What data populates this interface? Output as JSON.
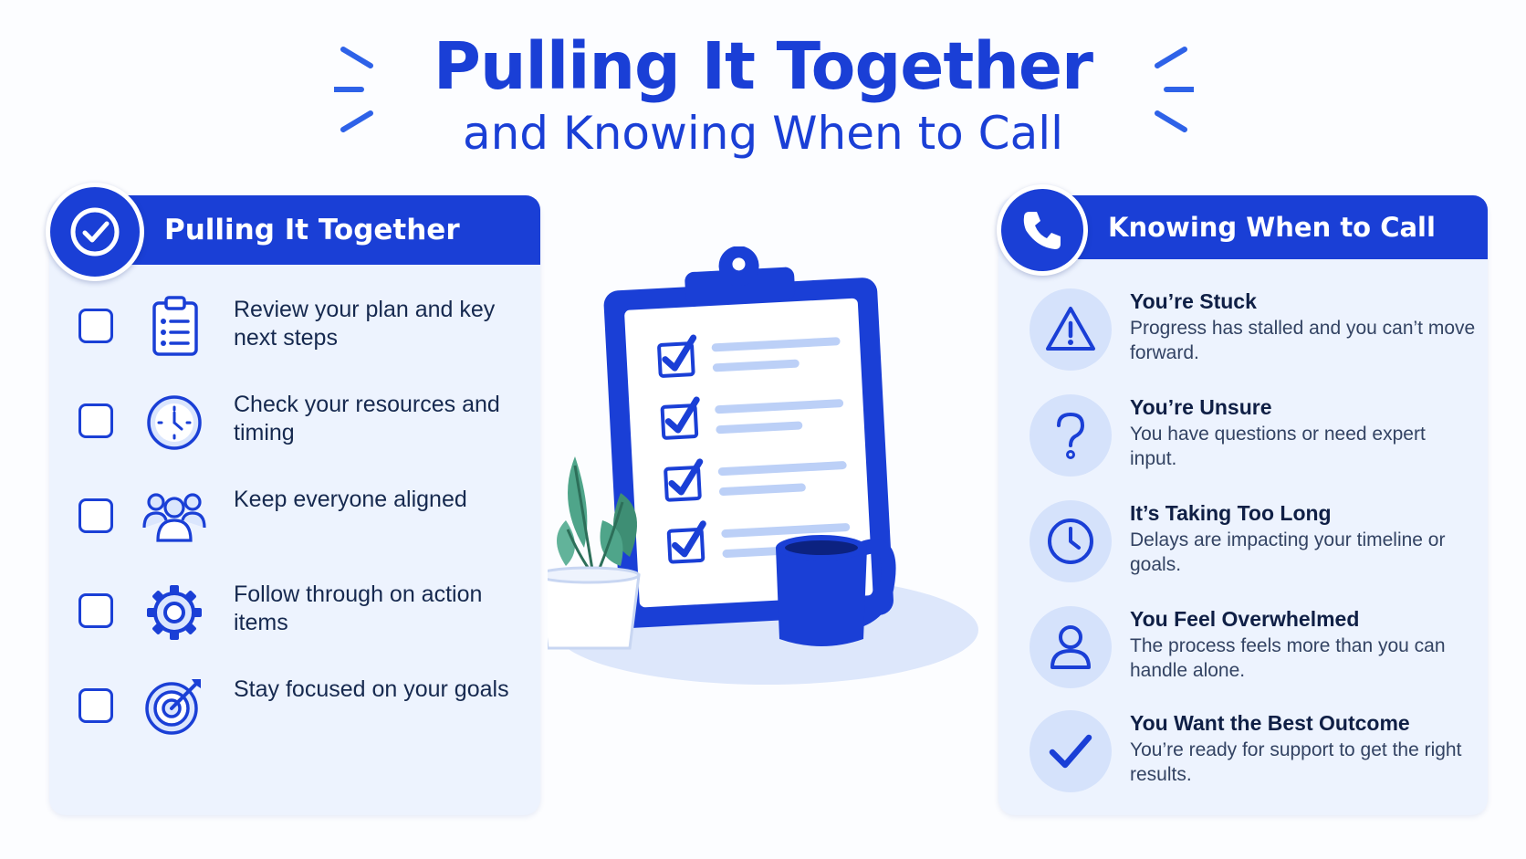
{
  "title": {
    "main": "Pulling It Together",
    "sub": "and Knowing When to Call"
  },
  "colors": {
    "primary": "#1a3fd6",
    "card_bg": "#edf3fe",
    "icon_circle": "#d5e2fb",
    "text_dark": "#16294f",
    "plant_green": "#4fa58a"
  },
  "left_panel": {
    "heading": "Pulling It Together",
    "badge_icon": "check-circle-icon",
    "items": [
      {
        "text": "Review your plan and key next steps",
        "icon": "clipboard-list-icon",
        "checked": false
      },
      {
        "text": "Check your resources and timing",
        "icon": "clock-icon",
        "checked": false
      },
      {
        "text": "Keep everyone aligned",
        "icon": "team-icon",
        "checked": false
      },
      {
        "text": "Follow through on action items",
        "icon": "gear-icon",
        "checked": false
      },
      {
        "text": "Stay focused on your goals",
        "icon": "target-icon",
        "checked": false
      }
    ]
  },
  "right_panel": {
    "heading": "Knowing When to Call",
    "badge_icon": "phone-icon",
    "items": [
      {
        "title": "You’re Stuck",
        "desc": "Progress has stalled and you can’t move forward.",
        "icon": "warning-icon"
      },
      {
        "title": "You’re Unsure",
        "desc": "You have questions or need expert input.",
        "icon": "question-icon"
      },
      {
        "title": "It’s Taking Too Long",
        "desc": "Delays are impacting your timeline or goals.",
        "icon": "clock-icon"
      },
      {
        "title": "You Feel Overwhelmed",
        "desc": "The process feels more than you can handle alone.",
        "icon": "person-icon"
      },
      {
        "title": "You Want the Best Outcome",
        "desc": "You’re ready for support to get the right results.",
        "icon": "checkmark-icon"
      }
    ]
  },
  "illustration": {
    "subject": "clipboard-checklist-icon",
    "checked_rows": 4
  }
}
